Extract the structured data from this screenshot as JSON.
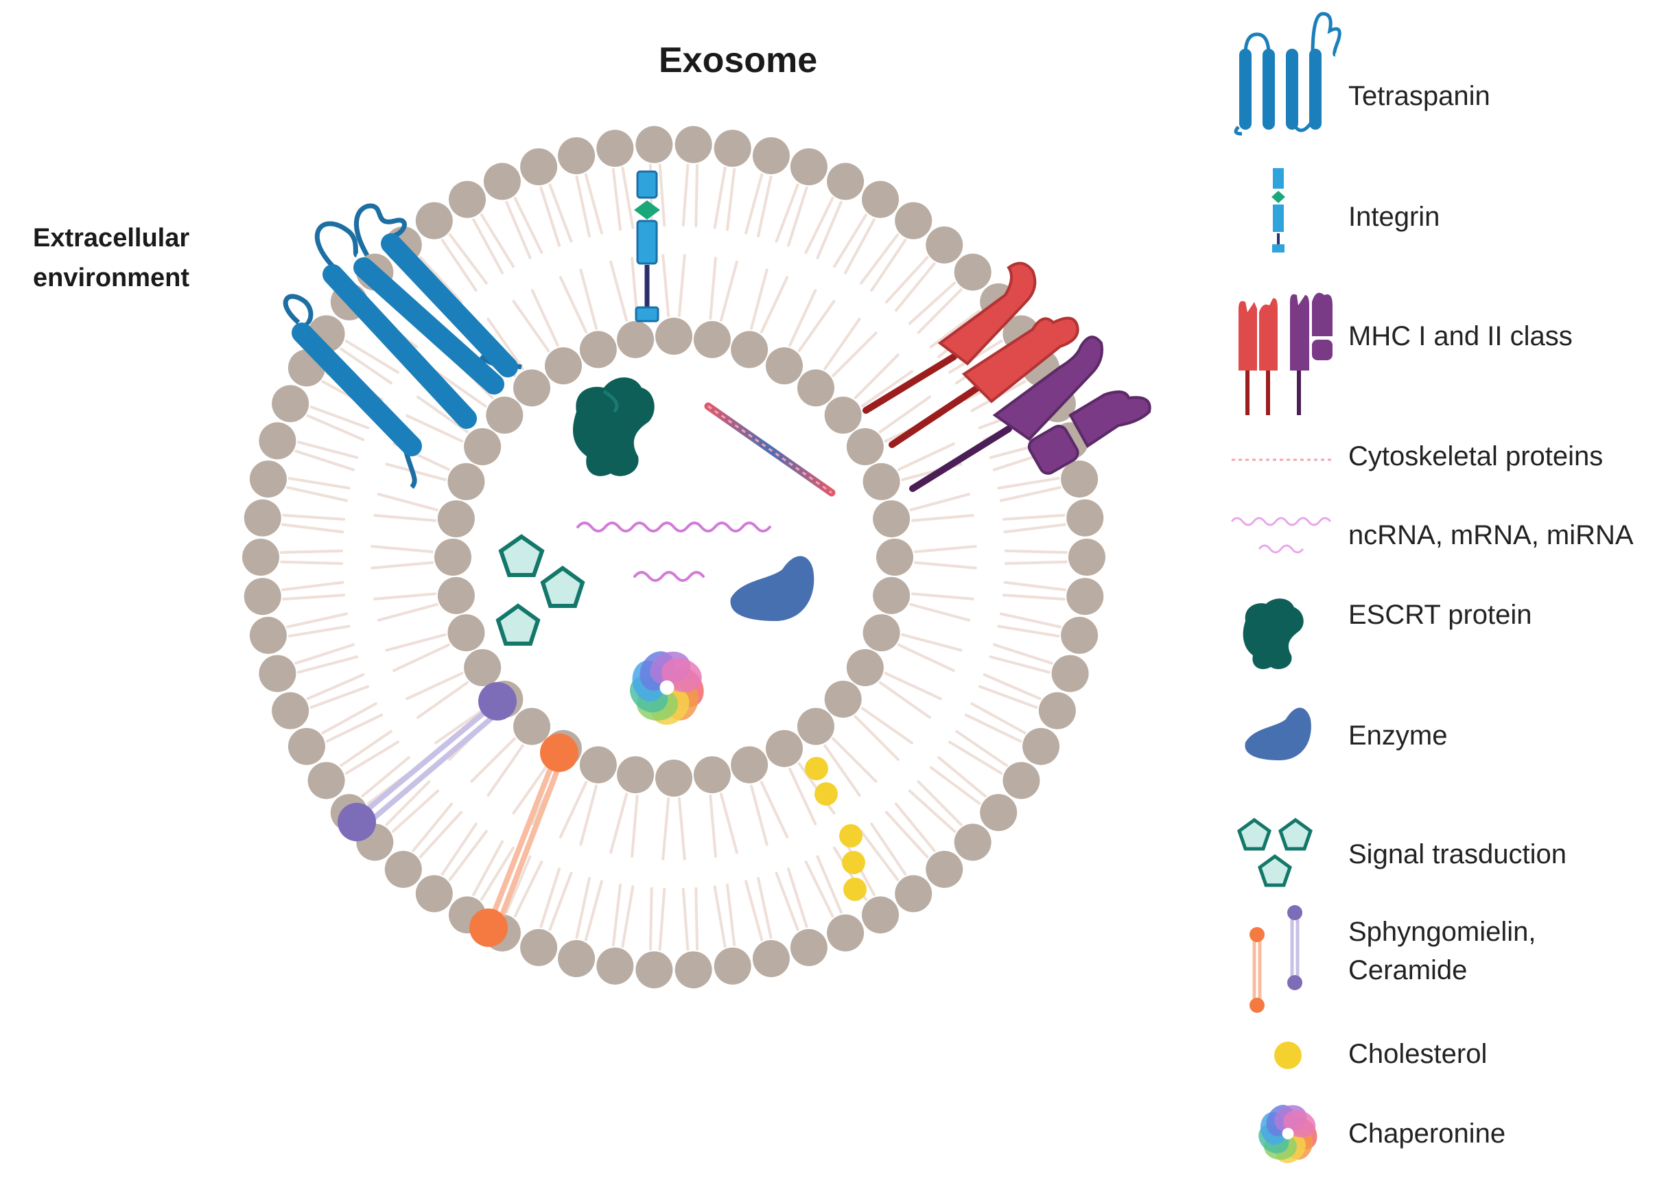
{
  "title": "Exosome",
  "environment_label_line1": "Extracellular",
  "environment_label_line2": "environment",
  "legend": [
    {
      "label": "Tetraspanin",
      "icon": "tetraspanin-icon"
    },
    {
      "label": "Integrin",
      "icon": "integrin-icon"
    },
    {
      "label": "MHC I and II class",
      "icon": "mhc-icon"
    },
    {
      "label": "Cytoskeletal proteins",
      "icon": "cytoskeleton-icon"
    },
    {
      "label": "ncRNA, mRNA, miRNA",
      "icon": "rna-icon"
    },
    {
      "label": "ESCRT protein",
      "icon": "escrt-protein-icon"
    },
    {
      "label": "Enzyme",
      "icon": "enzyme-icon"
    },
    {
      "label": "Signal trasduction",
      "icon": "signal-transduction-icon"
    },
    {
      "label_line1": "Sphyngomielin,",
      "label_line2": "Ceramide",
      "icon": "sphingomyelin-ceramide-icon"
    },
    {
      "label": "Cholesterol",
      "icon": "cholesterol-icon"
    },
    {
      "label": "Chaperonine",
      "icon": "chaperonine-icon"
    }
  ],
  "colors": {
    "lipid_head": "#b9aca2",
    "lipid_tail": "#eedfd8",
    "tetraspanin": "#1a7fba",
    "integrin": "#2fa3dc",
    "mhc_red": "#df4a4a",
    "mhc_purple": "#7a3a86",
    "escrt": "#0d5f57",
    "enzyme": "#4770b0",
    "signal": "#cbece7",
    "sphingomyelin": "#7d6cb7",
    "ceramide": "#f47a42",
    "cholesterol": "#f4d12e"
  }
}
